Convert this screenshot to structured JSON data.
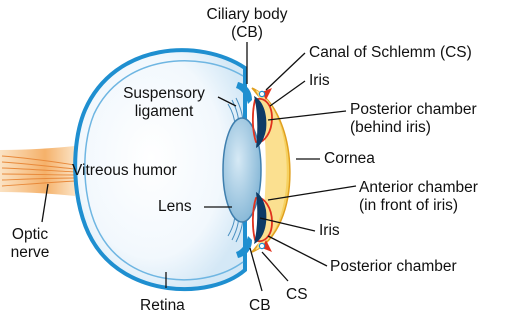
{
  "labels": {
    "ciliary_body_line1": "Ciliary body",
    "ciliary_body_line2": "(CB)",
    "canal_of_schlemm": "Canal of Schlemm (CS)",
    "iris_top": "Iris",
    "suspensory_line1": "Suspensory",
    "suspensory_line2": "ligament",
    "posterior_top_line1": "Posterior chamber",
    "posterior_top_line2": "(behind iris)",
    "vitreous_humor": "Vitreous humor",
    "cornea": "Cornea",
    "anterior_line1": "Anterior chamber",
    "anterior_line2": "(in front of iris)",
    "lens": "Lens",
    "iris_bottom": "Iris",
    "optic_line1": "Optic",
    "optic_line2": "nerve",
    "posterior_bottom": "Posterior chamber",
    "cs_bottom": "CS",
    "retina": "Retina",
    "cb_bottom": "CB"
  },
  "colors": {
    "sclera_outline": "#1f8fd0",
    "eyeball_fill": "#eaf4fb",
    "lens_fill": "#a9cde3",
    "cornea_fill": "#f6d160",
    "iris_fill": "#0d3b66",
    "chamber_outline": "#e0321e",
    "optic_nerve": "#f0a050",
    "leader_line": "#111111"
  }
}
